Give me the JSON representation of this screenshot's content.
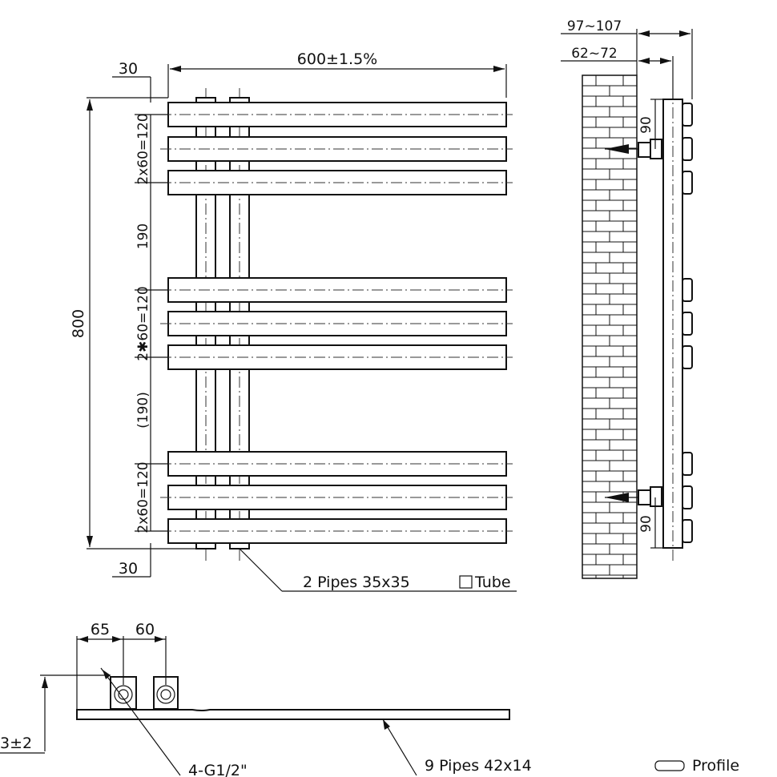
{
  "labels": {
    "top_width": "600±1.5%",
    "top_offset": "30",
    "bottom_offset": "30",
    "total_height": "800",
    "group1": "2x60=120",
    "gap1": "190",
    "group2": "2✱60=120",
    "gap2": "(190)",
    "group3": "2x60=120",
    "pipes_vertical": "2 Pipes 35x35",
    "tube_label": "Tube",
    "wall_outer": "97~107",
    "wall_inner": "62~72",
    "bracket_top": "90",
    "bracket_bottom": "90",
    "conn_spacing_a": "65",
    "conn_spacing_b": "60",
    "height_from_wall": "3±2",
    "thread": "4-G1/2\"",
    "pipes_horizontal": "9 Pipes 42x14",
    "profile_label": "Profile"
  },
  "colors": {
    "ink": "#111111",
    "paper": "#ffffff"
  }
}
